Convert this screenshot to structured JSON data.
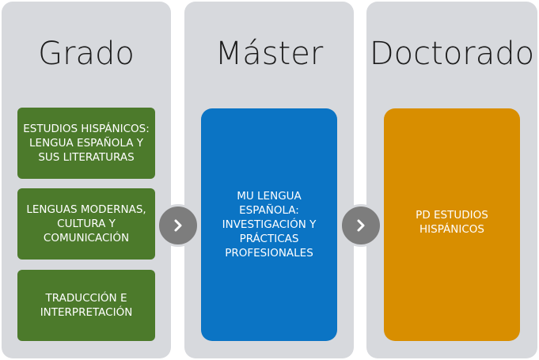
{
  "columns": [
    {
      "title": "Grado",
      "items": [
        "ESTUDIOS HISPÁNICOS: LENGUA ESPAÑOLA Y SUS LITERATURAS",
        "LENGUAS MODERNAS, CULTURA Y COMUNICACIÓN",
        "TRADUCCIÓN E INTERPRETACIÓN"
      ],
      "color": "#4c7a2b"
    },
    {
      "title": "Máster",
      "items": [
        "MU LENGUA ESPAÑOLA: INVESTIGACIÓN Y PRÁCTICAS PROFESIONALES"
      ],
      "color": "#0b74c4"
    },
    {
      "title": "Doctorado",
      "items": [
        "PD ESTUDIOS HISPÁNICOS"
      ],
      "color": "#d88e00"
    }
  ],
  "connectors": [
    "chevron-right-icon",
    "chevron-right-icon"
  ],
  "panel_color": "#d7d9dd",
  "connector_color": "#7d7d7d"
}
